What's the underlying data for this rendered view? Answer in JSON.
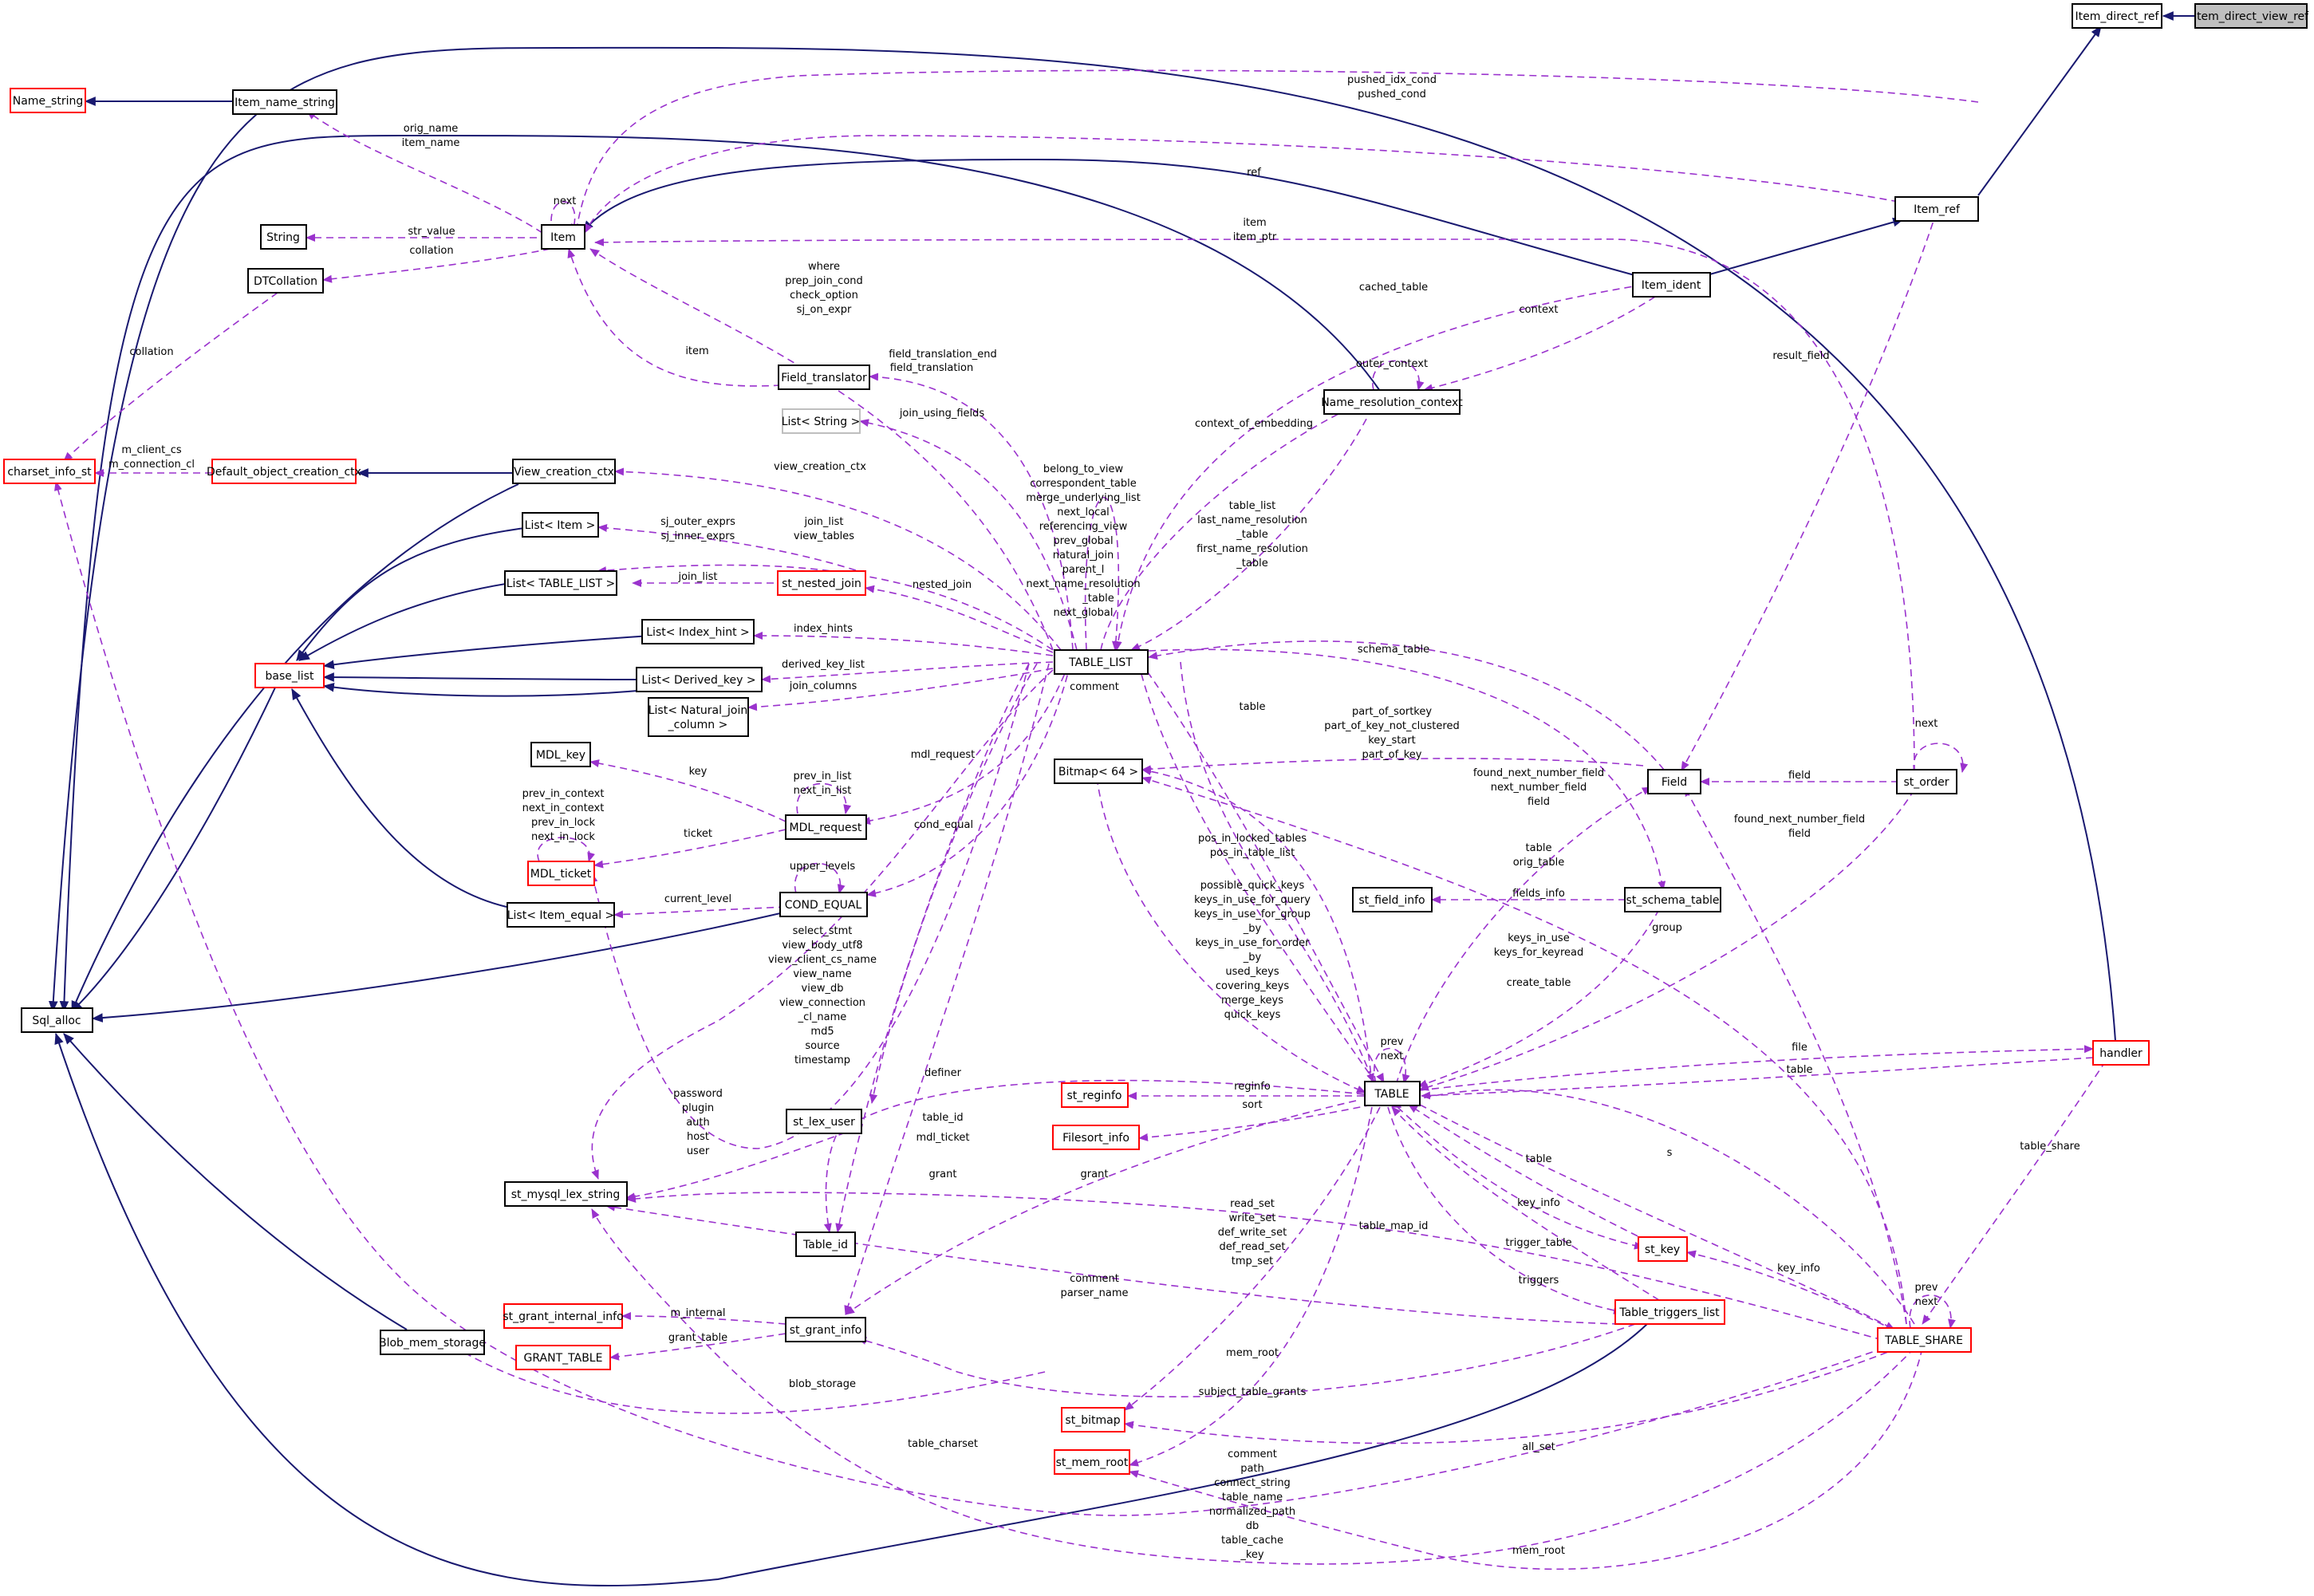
{
  "colors": {
    "usage_edge": "#9a32cd",
    "inheritance_edge": "#191970",
    "red_border": "#ff0000",
    "highlight_fill": "#bfbfbf"
  },
  "nodes": {
    "item_direct_view_ref": "Item_direct_view_ref",
    "item_direct_ref": "Item_direct_ref",
    "name_string": "Name_string",
    "item_name_string": "Item_name_string",
    "item": "Item",
    "string": "String",
    "dtcollation": "DTCollation",
    "item_ref": "Item_ref",
    "item_ident": "Item_ident",
    "field_translator": "Field_translator",
    "list_string": "List< String >",
    "name_resolution_context": "Name_resolution_context",
    "charset_info_st": "charset_info_st",
    "default_object_creation_ctx": "Default_object_creation_ctx",
    "view_creation_ctx": "View_creation_ctx",
    "list_item": "List< Item >",
    "list_table_list": "List< TABLE_LIST >",
    "st_nested_join": "st_nested_join",
    "list_index_hint": "List< Index_hint >",
    "base_list": "base_list",
    "list_derived_key": "List< Derived_key >",
    "list_natural_join_1": "List< Natural_join",
    "list_natural_join_2": "_column >",
    "table_list": "TABLE_LIST",
    "mdl_key": "MDL_key",
    "mdl_request": "MDL_request",
    "mdl_ticket": "MDL_ticket",
    "list_item_equal": "List< Item_equal >",
    "cond_equal": "COND_EQUAL",
    "sql_alloc": "Sql_alloc",
    "bitmap_64": "Bitmap< 64 >",
    "field": "Field",
    "st_order": "st_order",
    "st_field_info": "st_field_info",
    "st_schema_table": "st_schema_table",
    "handler": "handler",
    "st_reginfo": "st_reginfo",
    "table": "TABLE",
    "filesort_info": "Filesort_info",
    "st_lex_user": "st_lex_user",
    "st_mysql_lex_string": "st_mysql_lex_string",
    "table_id": "Table_id",
    "st_key": "st_key",
    "table_triggers_list": "Table_triggers_list",
    "table_share": "TABLE_SHARE",
    "st_grant_internal_info": "st_grant_internal_info",
    "st_grant_info": "st_grant_info",
    "grant_table": "GRANT_TABLE",
    "blob_mem_storage": "Blob_mem_storage",
    "st_bitmap": "st_bitmap",
    "st_mem_root": "st_mem_root"
  },
  "labels": {
    "pushed_idx_cond": "pushed_idx_cond",
    "pushed_cond": "pushed_cond",
    "ref": "ref",
    "orig_name": "orig_name",
    "item_name": "item_name",
    "next": "next",
    "str_value": "str_value",
    "collation_dt": "collation",
    "item_top": "item",
    "item_ptr": "item_ptr",
    "where": "where",
    "prep_join_cond": "prep_join_cond",
    "check_option": "check_option",
    "sj_on_expr": "sj_on_expr",
    "cached_table": "cached_table",
    "context": "context",
    "outer_context": "outer_context",
    "result_field": "result_field",
    "collation_cs": "collation",
    "item_ft": "item",
    "field_translation_end": "field_translation_end",
    "field_translation": "field_translation",
    "join_using_fields": "join_using_fields",
    "context_of_embedding": "context_of_embedding",
    "m_client_cs": "m_client_cs",
    "m_connection_cl": "m_connection_cl",
    "view_creation_ctx": "view_creation_ctx",
    "belong_to_view": "belong_to_view",
    "correspondent_table": "correspondent_table",
    "merge_underlying_list": "merge_underlying_list",
    "next_local": "next_local",
    "referencing_view": "referencing_view",
    "prev_global": "prev_global",
    "natural_join": "natural_join",
    "parent_l": "parent_l",
    "next_name_resolution_table": "next_name_resolution",
    "table_tl": "_table",
    "next_global": "next_global",
    "table_list_l": "table_list",
    "last_name_resolution": "last_name_resolution",
    "lnr_table": "_table",
    "first_name_resolution": "first_name_resolution",
    "fnr_table": "_table",
    "sj_outer_exprs": "sj_outer_exprs",
    "sj_inner_exprs": "sj_inner_exprs",
    "join_list_a": "join_list",
    "view_tables": "view_tables",
    "join_list_b": "join_list",
    "nested_join": "nested_join",
    "index_hints": "index_hints",
    "derived_key_list": "derived_key_list",
    "join_columns": "join_columns",
    "schema_table": "schema_table",
    "comment_tl": "comment",
    "table_tl2": "table",
    "part_of_sortkey": "part_of_sortkey",
    "part_of_key_not_clustered": "part_of_key_not_clustered",
    "key_start": "key_start",
    "part_of_key": "part_of_key",
    "found_next_number_field": "found_next_number_field",
    "next_number_field": "next_number_field",
    "field_f": "field",
    "field_order": "field",
    "next_order": "next",
    "mdl_request": "mdl_request",
    "key": "key",
    "prev_in_list": "prev_in_list",
    "next_in_list": "next_in_list",
    "prev_in_context": "prev_in_context",
    "next_in_context": "next_in_context",
    "prev_in_lock": "prev_in_lock",
    "next_in_lock": "next_in_lock",
    "ticket": "ticket",
    "cond_equal": "cond_equal",
    "upper_levels": "upper_levels",
    "current_level": "current_level",
    "table_t": "table",
    "orig_table": "orig_table",
    "pos_in_locked_tables": "pos_in_locked_tables",
    "pos_in_table_list": "pos_in_table_list",
    "fields_info": "fields_info",
    "found_next_number_field_s": "found_next_number_field",
    "field_s": "field",
    "possible_quick_keys": "possible_quick_keys",
    "keys_in_use_for_query": "keys_in_use_for_query",
    "keys_in_use_for_group": "keys_in_use_for_group",
    "by1": "_by",
    "keys_in_use_for_order": "keys_in_use_for_order",
    "by2": "_by",
    "used_keys": "used_keys",
    "covering_keys": "covering_keys",
    "merge_keys": "merge_keys",
    "quick_keys": "quick_keys",
    "group": "group",
    "keys_in_use": "keys_in_use",
    "keys_for_keyread": "keys_for_keyread",
    "create_table": "create_table",
    "select_stmt": "select_stmt",
    "view_body_utf8": "view_body_utf8",
    "view_client_cs_name": "view_client_cs_name",
    "view_name": "view_name",
    "view_db": "view_db",
    "view_connection": "view_connection",
    "cl_name": "_cl_name",
    "md5": "md5",
    "source": "source",
    "timestamp": "timestamp",
    "prev_t": "prev",
    "next_t": "next",
    "file": "file",
    "table_h": "table",
    "definer": "definer",
    "table_id": "table_id",
    "reginfo": "reginfo",
    "sort": "sort",
    "password": "password",
    "plugin": "plugin",
    "auth": "auth",
    "host": "host",
    "user": "user",
    "mdl_ticket": "mdl_ticket",
    "grant_a": "grant",
    "grant_b": "grant",
    "table_k": "table",
    "key_info": "key_info",
    "s": "s",
    "table_share": "table_share",
    "read_set": "read_set",
    "write_set": "write_set",
    "def_write_set": "def_write_set",
    "def_read_set": "def_read_set",
    "tmp_set": "tmp_set",
    "table_map_id": "table_map_id",
    "trigger_table": "trigger_table",
    "key_info_s": "key_info",
    "prev_s": "prev",
    "next_s": "next",
    "comment_p": "comment",
    "parser_name": "parser_name",
    "triggers": "triggers",
    "m_internal": "m_internal",
    "grant_table": "grant_table",
    "blob_storage": "blob_storage",
    "mem_root_t": "mem_root",
    "subject_table_grants": "subject_table_grants",
    "table_charset": "table_charset",
    "all_set": "all_set",
    "comment_s": "comment",
    "path": "path",
    "connect_string": "connect_string",
    "table_name": "table_name",
    "normalized_path": "normalized_path",
    "db": "db",
    "table_cache": "table_cache",
    "key_s": "_key",
    "mem_root_s": "mem_root"
  }
}
